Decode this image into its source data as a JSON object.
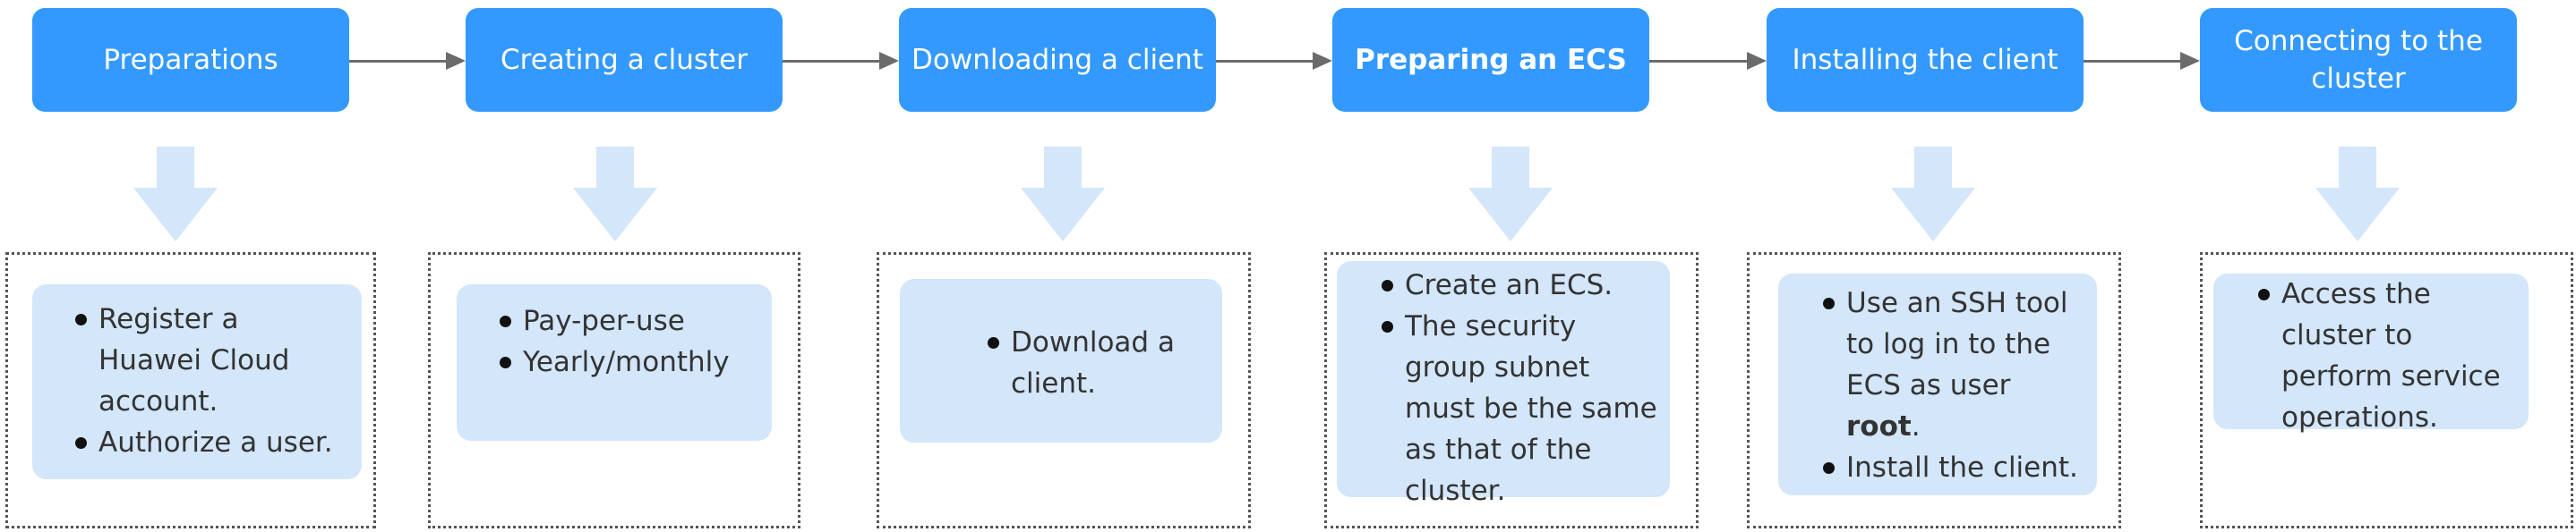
{
  "colors": {
    "step_fill": "#3399ff",
    "card_fill": "#d3e6fa",
    "down_arrow": "#d3e6fa",
    "connector": "#6b6b6b"
  },
  "steps": [
    {
      "label": "Preparations"
    },
    {
      "label": "Creating a cluster"
    },
    {
      "label": "Downloading a client"
    },
    {
      "label": "Preparing an ECS"
    },
    {
      "label": "Installing the client"
    },
    {
      "label": "Connecting to the cluster"
    }
  ],
  "details": [
    {
      "items": [
        "Register a Huawei Cloud account.",
        "Authorize a user."
      ]
    },
    {
      "items": [
        "Pay-per-use",
        "Yearly/monthly"
      ]
    },
    {
      "items": [
        "Download a client."
      ]
    },
    {
      "items": [
        "Create an ECS.",
        "The security group subnet must be the same as that of the cluster."
      ]
    },
    {
      "items": [
        {
          "pre": "Use an SSH tool to log in to the ECS as user",
          "emph": "root",
          "post": "."
        },
        "Install the client."
      ]
    },
    {
      "items": [
        "Access the cluster to perform service operations."
      ]
    }
  ]
}
